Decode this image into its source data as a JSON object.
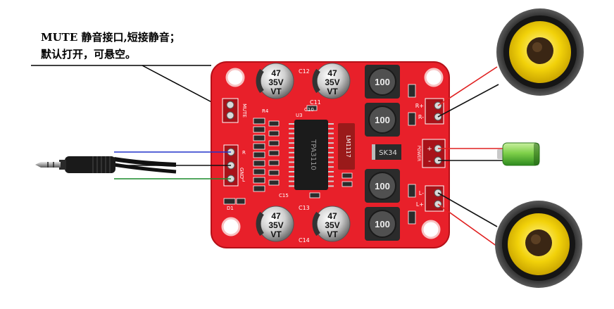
{
  "annotation": {
    "line1": "MUTE 静音接口,短接静音；",
    "line2": "默认打开，可悬空。"
  },
  "board": {
    "capacitor_value": "47",
    "capacitor_voltage": "35V",
    "capacitor_series": "VT",
    "inductor_value": "100",
    "chip_label": "TPA3110",
    "diode_label": "SK34",
    "regulator_label": "LM1117",
    "labels": {
      "c12": "C12",
      "c11": "C11",
      "c13": "C13",
      "c14": "C14",
      "c10": "C10",
      "r4": "R4",
      "d1": "D1",
      "u3": "U3",
      "c15": "C15",
      "mute": "MUTE",
      "r_plus": "R+",
      "r_minus": "R-",
      "power": "POWER",
      "plus": "+",
      "minus": "-",
      "l_minus": "L-",
      "l_plus": "L+",
      "r_in": "R",
      "gnd": "GND",
      "l_in": "L"
    }
  },
  "colors": {
    "board": "#e8202a",
    "wire_red": "#e02020",
    "wire_black": "#111111",
    "wire_blue": "#2233cc",
    "wire_green": "#1a8a2a",
    "battery": "#7fd04a",
    "speaker_cone": "#f2d20a"
  },
  "icons": [
    "audio-jack-icon",
    "speaker-icon",
    "battery-icon"
  ]
}
